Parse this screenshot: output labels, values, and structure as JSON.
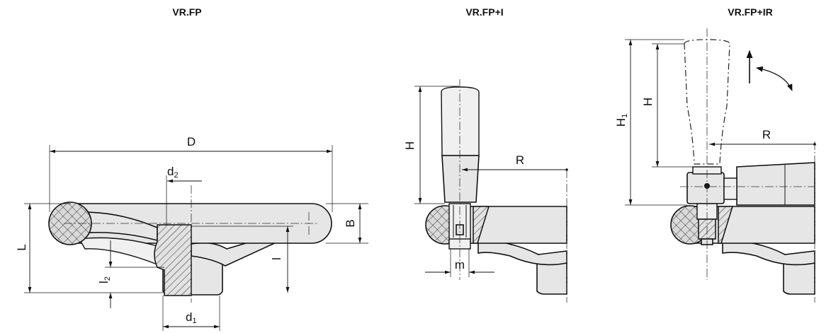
{
  "titles": {
    "fp": "VR.FP",
    "fpi": "VR.FP+I",
    "fpir": "VR.FP+IR"
  },
  "labels": {
    "D": "D",
    "d2_main": "d",
    "d2_sub": "2",
    "d1_main": "d",
    "d1_sub": "1",
    "B": "B",
    "L": "L",
    "l": "l",
    "l2_main": "l",
    "l2_sub": "2",
    "H_fpi": "H",
    "R_fpi": "R",
    "m": "m",
    "H1_main": "H",
    "H1_sub": "1",
    "H_fpir": "H",
    "R_fpir": "R"
  }
}
